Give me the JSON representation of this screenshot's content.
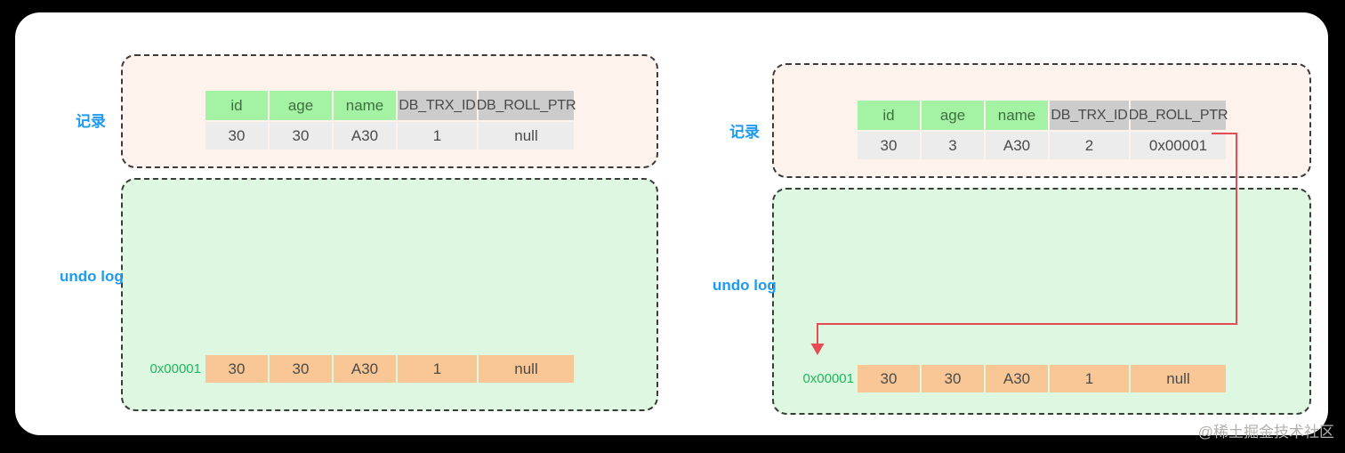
{
  "labels": {
    "record": "记录",
    "undo_log": "undo log"
  },
  "watermark": "@稀土掘金技术社区",
  "diagrams": [
    {
      "name": "before-update",
      "record_table": {
        "headers": [
          "id",
          "age",
          "name",
          "DB_TRX_ID",
          "DB_ROLL_PTR"
        ],
        "values": [
          "30",
          "30",
          "A30",
          "1",
          "null"
        ]
      },
      "undo_row": {
        "address": "0x00001",
        "cells": [
          "30",
          "30",
          "A30",
          "1",
          "null"
        ]
      }
    },
    {
      "name": "after-update",
      "record_table": {
        "headers": [
          "id",
          "age",
          "name",
          "DB_TRX_ID",
          "DB_ROLL_PTR"
        ],
        "values": [
          "30",
          "3",
          "A30",
          "2",
          "0x00001"
        ]
      },
      "undo_row": {
        "address": "0x00001",
        "cells": [
          "30",
          "30",
          "A30",
          "1",
          "null"
        ]
      },
      "pointer": "DB_ROLL_PTR -> undo log 0x00001"
    }
  ],
  "colors": {
    "page_bg": "#000000",
    "canvas_bg": "#ffffff",
    "record_box_bg": "#fdf3ec",
    "undo_box_bg": "#def7e0",
    "border": "#3b3b3b",
    "green_header_bg": "#a4f3a4",
    "green_header_text": "#3f6f3f",
    "gray_header_bg": "#cccccc",
    "value_cell_bg": "#ececec",
    "orange_cell_bg": "#f9c795",
    "cell_text": "#4a4a4a",
    "label_blue": "#1e9bf0",
    "address_green": "#1cb85c",
    "arrow_red": "#e74c56",
    "watermark_gray": "#b3b0ac"
  }
}
